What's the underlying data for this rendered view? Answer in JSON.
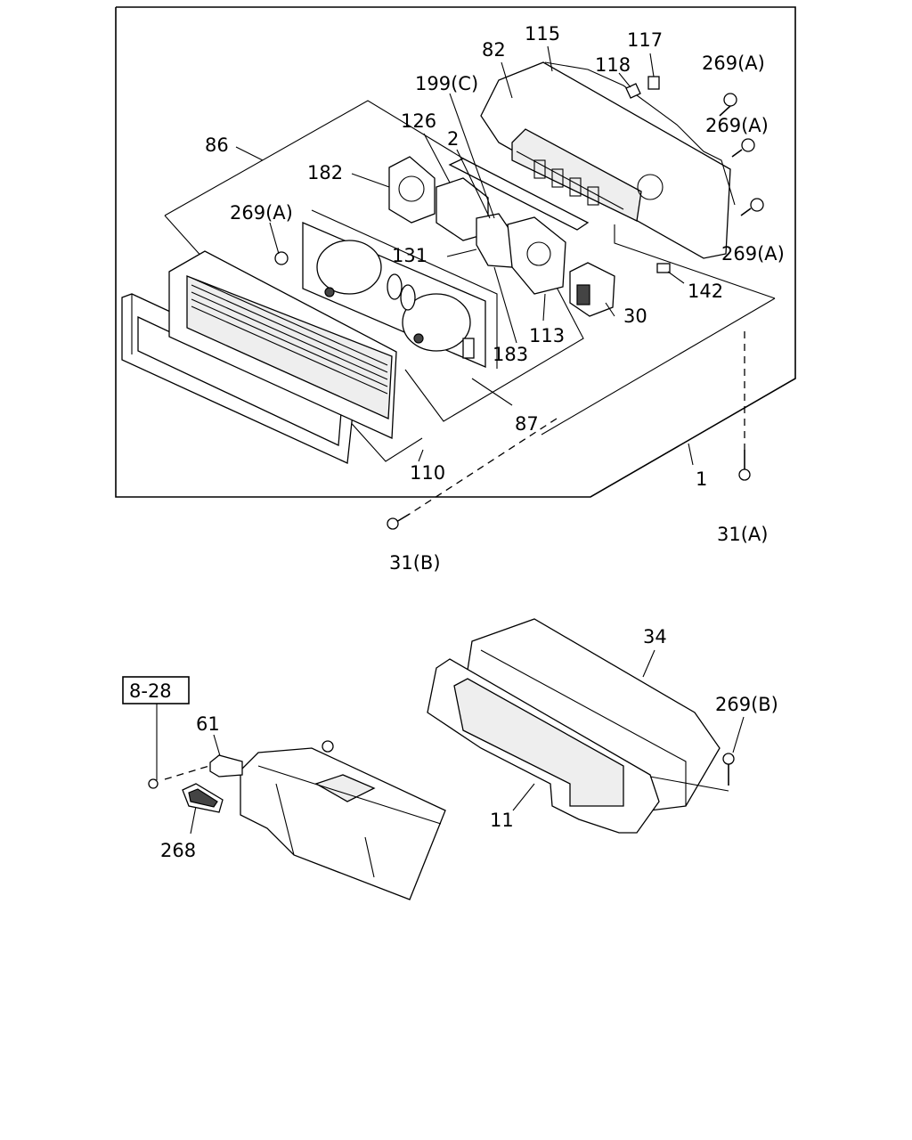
{
  "callouts": {
    "c1": "1",
    "c2": "2",
    "c11": "11",
    "c30": "30",
    "c31a": "31(A)",
    "c31b": "31(B)",
    "c34": "34",
    "c61": "61",
    "c82": "82",
    "c86": "86",
    "c87": "87",
    "c110": "110",
    "c113": "113",
    "c115": "115",
    "c117": "117",
    "c118": "118",
    "c126": "126",
    "c131": "131",
    "c142": "142",
    "c182": "182",
    "c183": "183",
    "c199c": "199(C)",
    "c268": "268",
    "c269a_top": "269(A)",
    "c269a_mid": "269(A)",
    "c269a_low": "269(A)",
    "c269a_left": "269(A)",
    "c269b": "269(B)"
  },
  "reference_box": "8-28"
}
